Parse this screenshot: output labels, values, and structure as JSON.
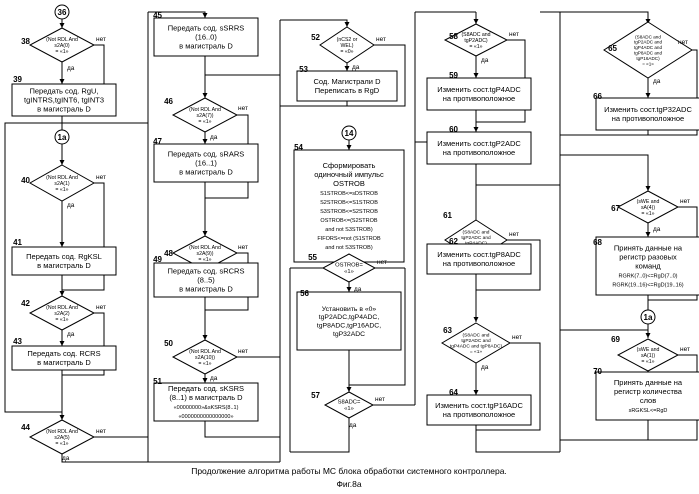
{
  "caption": {
    "line1": "Продолжение алгоритма работы МС блока обработки системного контроллера.",
    "line2": "Фиг.8а"
  },
  "yes": "да",
  "no": "нет",
  "connectors": {
    "c36": "36",
    "c1a_top": "1а",
    "c14": "14",
    "c1a_right": "1а"
  },
  "nodes": {
    "n38": {
      "num": "38",
      "lines": [
        "(Not RDL And",
        "s2A(0)",
        "= «1»"
      ]
    },
    "n39": {
      "num": "39",
      "lines": [
        "Передать сод. RgU,",
        "tgINTRS,tgINT6, tgINT3",
        "в магистраль D"
      ]
    },
    "n40": {
      "num": "40",
      "lines": [
        "(Not RDL And",
        "s2A(1)",
        "= «1»"
      ]
    },
    "n41": {
      "num": "41",
      "lines": [
        "Передать сод. RgKSL",
        "в магистраль D"
      ]
    },
    "n42": {
      "num": "42",
      "lines": [
        "(Not RDL And",
        "s2A(2)",
        "= «1»"
      ]
    },
    "n43": {
      "num": "43",
      "lines": [
        "Передать сод. RCRS",
        "в магистраль D"
      ]
    },
    "n44": {
      "num": "44",
      "lines": [
        "(Not RDL And",
        "s2A(5)",
        "= «1»"
      ]
    },
    "n45": {
      "num": "45",
      "lines": [
        "Передать сод. sSRRS",
        "(16..0)",
        "в магистраль D"
      ]
    },
    "n46": {
      "num": "46",
      "lines": [
        "(Not RDL And",
        "s2A(7))",
        "= «1»"
      ]
    },
    "n47": {
      "num": "47",
      "lines": [
        "Передать сод. sRARS",
        "(16..1)",
        "в магистраль D"
      ]
    },
    "n48": {
      "num": "48",
      "lines": [
        "(Not RDL And",
        "s2A(9))",
        "= «1»"
      ]
    },
    "n49": {
      "num": "49",
      "lines": [
        "Передать сод. sRCRS",
        "(8..5)",
        "в магистраль D"
      ]
    },
    "n50": {
      "num": "50",
      "lines": [
        "(Not RDL And",
        "s2A(10))",
        "= «1»"
      ]
    },
    "n51": {
      "num": "51",
      "lines": [
        "Передать сод. sKSRS",
        "(8..1) в магистраль D",
        "«00000000»&sKSRS(8..1)",
        "«0000000000000000»"
      ]
    },
    "n52": {
      "num": "52",
      "lines": [
        "(nCS2 or",
        "WEL)",
        "= «0»"
      ]
    },
    "n53": {
      "num": "53",
      "lines": [
        "Сод. Магистрали D",
        "Переписать в RgD"
      ]
    },
    "n54": {
      "num": "54",
      "lines": [
        "Сформировать",
        "одиночный импульс",
        "OSTROB",
        "S1STROB<=sDSTROB",
        "S2STROB<=S1STROB",
        "S3STROB<=S2STROB",
        "OSTROB<=(S2STROB",
        "and not S3STROB)",
        "FIFORS<=not (S1STROB",
        "and not S3STROB)"
      ]
    },
    "n55": {
      "num": "55",
      "lines": [
        "OSTROB=",
        "«1»"
      ]
    },
    "n56": {
      "num": "56",
      "lines": [
        "Установить в «0»",
        "tgP2ADC,tgP4ADC,",
        "tgP8ADC,tgP16ADC,",
        "tgP32ADC"
      ]
    },
    "n57": {
      "num": "57",
      "lines": [
        "S8ADC=",
        "«1»"
      ]
    },
    "n58": {
      "num": "58",
      "lines": [
        "(S8ADC and",
        "tgP2ADC)",
        "= «1»"
      ]
    },
    "n59": {
      "num": "59",
      "lines": [
        "Изменить сост.tgP4ADC",
        "на противоположное"
      ]
    },
    "n60": {
      "num": "60",
      "lines": [
        "Изменить сост.tgP2ADC",
        "на противоположное"
      ]
    },
    "n61": {
      "num": "61",
      "lines": [
        "(S8ADC and",
        "tgP2ADC and",
        "tgP4ADC)",
        "= «1»"
      ]
    },
    "n62": {
      "num": "62",
      "lines": [
        "Изменить сост.tgP8ADC",
        "на противоположное"
      ]
    },
    "n63": {
      "num": "63",
      "lines": [
        "(S8ADC and",
        "tgP2ADC and",
        "tgP4ADC and tgP8ADC)",
        "= «1»"
      ]
    },
    "n64": {
      "num": "64",
      "lines": [
        "Изменить сост.tgP16ADC",
        "на противоположное"
      ]
    },
    "n65": {
      "num": "65",
      "lines": [
        "(S8ADC and",
        "tgP2ADC and",
        "tgP4ADC and",
        "tgP8ADC and",
        "tgP16ADC)",
        "= «1»"
      ]
    },
    "n66": {
      "num": "66",
      "lines": [
        "Изменить сост.tgP32ADC",
        "на противоположное"
      ]
    },
    "n67": {
      "num": "67",
      "lines": [
        "(sWE  and",
        "sA(4))",
        "= «1»"
      ]
    },
    "n68": {
      "num": "68",
      "lines": [
        "Принять данные на",
        "регистр разовых",
        "команд",
        "RGRK(7..0)<=RgD(7..0)",
        "RGRK(19..16)<=RgD(19..16)"
      ]
    },
    "n69": {
      "num": "69",
      "lines": [
        "(sWE  and",
        "sA(1))",
        "= «1»"
      ]
    },
    "n70": {
      "num": "70",
      "lines": [
        "Принять данные на",
        "регистр количества",
        "слов",
        "sRGKSL<=RgD"
      ]
    }
  }
}
